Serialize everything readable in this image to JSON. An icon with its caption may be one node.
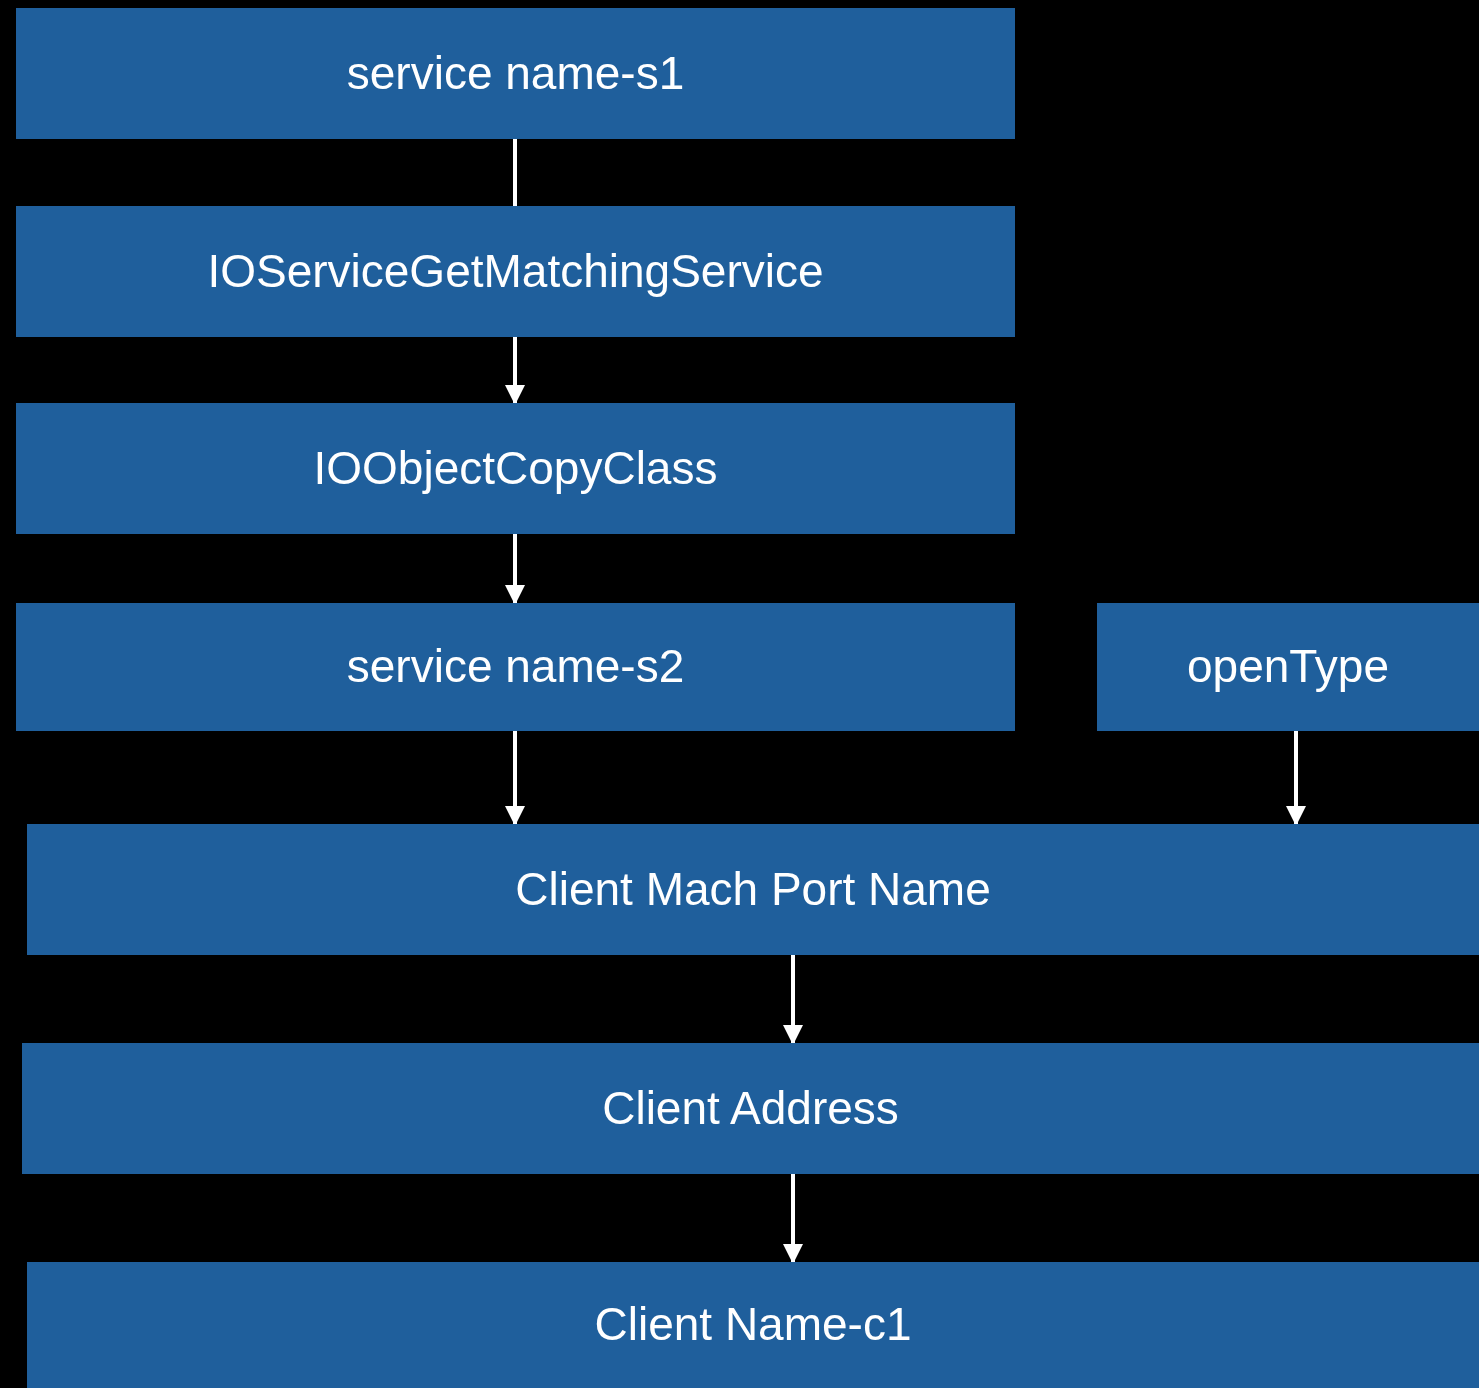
{
  "diagram": {
    "nodes": [
      {
        "text": [
          "service name-s1"
        ]
      },
      {
        "text": [
          "IOServiceGetMatchingService"
        ]
      },
      {
        "text": [
          "IOObjectCopyClass"
        ]
      },
      {
        "text": [
          "service name-s2"
        ]
      },
      {
        "text": [
          "openType"
        ]
      },
      {
        "text": [
          "Client Mach Port Name"
        ]
      },
      {
        "text": [
          "Client Address"
        ]
      },
      {
        "text": [
          "Client Name-c1"
        ]
      }
    ],
    "edges": [
      {
        "from": 0,
        "to": 1,
        "arrow": "none"
      },
      {
        "from": 1,
        "to": 2,
        "arrow": "to"
      },
      {
        "from": 2,
        "to": 3,
        "arrow": "to"
      },
      {
        "from": 3,
        "to": 5,
        "arrow": "to"
      },
      {
        "from": 4,
        "to": 5,
        "arrow": "to"
      },
      {
        "from": 5,
        "to": 6,
        "arrow": "to"
      },
      {
        "from": 6,
        "to": 7,
        "arrow": "to"
      }
    ]
  }
}
